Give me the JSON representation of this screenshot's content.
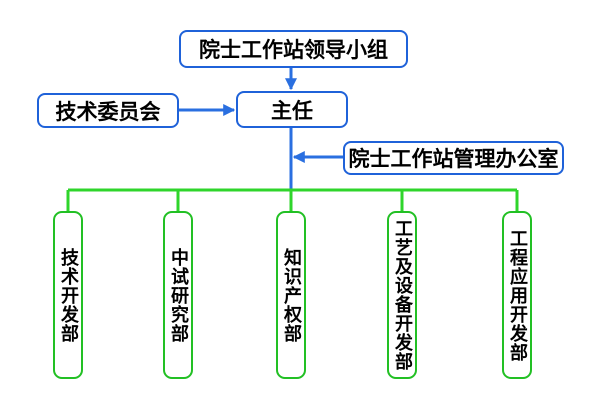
{
  "nodes": {
    "leading_group": "院士工作站领导小组",
    "technical_committee": "技术委员会",
    "director": "主任",
    "management_office": "院士工作站管理办公室"
  },
  "departments": [
    "技术开发部",
    "中试研究部",
    "知识产权部",
    "工艺及设备开发部",
    "工程应用开发部"
  ],
  "colors": {
    "blue_border": "#1f62d9",
    "blue_connector": "#2a6fe0",
    "green_border": "#22c024",
    "green_connector": "#2fd52b"
  }
}
